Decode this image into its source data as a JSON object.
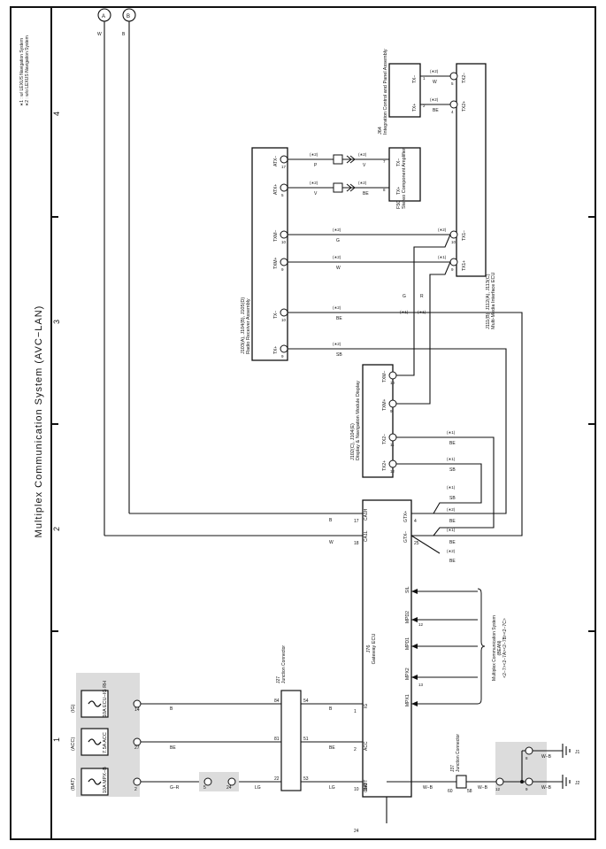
{
  "page": {
    "title": "Multiplex Communication System (AVC−LAN)",
    "notes": [
      "∗1 : w/ LEXUS Navigation System",
      "∗2 : w/o LEXUS Navigation System"
    ],
    "zones": [
      "1",
      "2",
      "3",
      "4"
    ]
  },
  "fuses": [
    {
      "id": "batt",
      "supply": "(BAT)",
      "rating": "10A MPX−B"
    },
    {
      "id": "acc",
      "supply": "(ACC)",
      "rating": "7.5A ACC"
    },
    {
      "id": "ig",
      "supply": "(IG)",
      "rating": "10A ECU−IG RH"
    }
  ],
  "connectors": {
    "ig_pin": "14",
    "acc_pin": "27",
    "batt_pin": "2",
    "batt_junction_pins": [
      "5",
      "24"
    ],
    "j27": {
      "name": "J27",
      "type": "Junction Connector",
      "pins": [
        "84",
        "81",
        "22",
        "54",
        "51",
        "53"
      ]
    },
    "j37": {
      "name": "J37",
      "type": "Junction Connector",
      "pins": [
        "60",
        "58"
      ]
    },
    "ground_pins": [
      "12",
      "8",
      "9"
    ]
  },
  "wires": {
    "gr": "G−R",
    "b": "B",
    "be": "BE",
    "lg": "LG",
    "w": "W",
    "wb": "W−B",
    "w_b": "W−B",
    "g": "G",
    "r": "R",
    "p": "P",
    "v": "V",
    "sb": "SB"
  },
  "components": {
    "gateway": {
      "name": "J76",
      "label": "Gateway ECU",
      "pins_left": [
        {
          "num": "10",
          "name": "BATT"
        },
        {
          "num": "2",
          "name": "ACC"
        },
        {
          "num": "1",
          "name": "IG"
        },
        {
          "num": "24",
          "name": "GND"
        }
      ],
      "pins_top": [
        {
          "num": "18",
          "name": "CA1L"
        },
        {
          "num": "17",
          "name": "CA1H"
        }
      ],
      "pins_bottom": [
        {
          "num": "25",
          "name": "GTX−"
        },
        {
          "num": "4",
          "name": "GTX+"
        }
      ],
      "mpx": [
        "MPX1",
        "MPX2",
        "MPD1",
        "MPD2",
        "SIL"
      ],
      "mpx_pins": [
        "13",
        "12"
      ]
    },
    "radio": {
      "name": "J103(A), J104(B), J105(D)",
      "label": "Radio Receiver Assembly",
      "pins": [
        {
          "num": "9",
          "name": "TX+"
        },
        {
          "num": "10",
          "name": "TX−"
        },
        {
          "num": "9",
          "name": "TXM+"
        },
        {
          "num": "10",
          "name": "TXM−"
        },
        {
          "num": "5",
          "name": "ATX+"
        },
        {
          "num": "17",
          "name": "ATX−"
        }
      ]
    },
    "display": {
      "name": "J102(C), J104(E)",
      "label": "Display & Navigation Module Display",
      "pins": [
        {
          "num": "12",
          "name": "TX2+"
        },
        {
          "num": "11",
          "name": "TX2−"
        },
        {
          "num": "9",
          "name": "TXM+"
        },
        {
          "num": "10",
          "name": "TXM−"
        }
      ]
    },
    "multimedia": {
      "name": "J111(B), J112(A), J113(C)",
      "label": "Multi-Media Interface ECU",
      "pins": [
        {
          "num": "9",
          "name": "TX1+"
        },
        {
          "num": "10",
          "name": "TX1−"
        },
        {
          "num": "4",
          "name": "TX2+"
        },
        {
          "num": "5",
          "name": "TX2−"
        }
      ]
    },
    "amp": {
      "name": "F50",
      "label": "Stereo Component Amplifier",
      "pins": [
        {
          "num": "8",
          "name": "TX+"
        },
        {
          "num": "7",
          "name": "TX−"
        }
      ]
    },
    "nav": {
      "name": "J64",
      "label": "Integration Control and Panel Assembly",
      "pins": [
        {
          "num": "2",
          "name": "TX+"
        },
        {
          "num": "1",
          "name": "TX−"
        }
      ]
    },
    "grounds": [
      "J2",
      "J1"
    ]
  },
  "variants": {
    "v1": "(∗1)",
    "v2": "(∗2)"
  },
  "references": {
    "A": "A",
    "B": "B"
  },
  "mpx_ref": [
    "Multiplex Communication System",
    "(BEAN)",
    "<2−7><2−7A><2−7B><2−7C>"
  ]
}
